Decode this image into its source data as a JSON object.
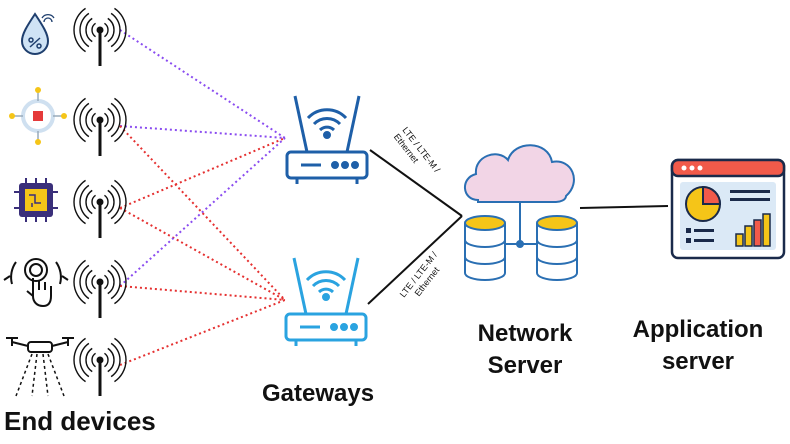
{
  "labels": {
    "end_devices": "End devices",
    "gateways": "Gateways",
    "network_server_line1": "Network",
    "network_server_line2": "Server",
    "application_server_line1": "Application",
    "application_server_line2": "server"
  },
  "links": {
    "gateway_top": [
      "LTE / LTE-M /",
      "Ethernet"
    ],
    "gateway_bottom": [
      "LTE / LTE-M /",
      "Ethernet"
    ]
  },
  "devices": [
    {
      "icon": "water-drop-sensor-icon"
    },
    {
      "icon": "sensor-node-icon"
    },
    {
      "icon": "chip-icon"
    },
    {
      "icon": "touch-sensor-icon"
    },
    {
      "icon": "drone-sprayer-icon"
    }
  ],
  "colors": {
    "purple_link": "#8a4cf0",
    "red_link": "#e53030",
    "gateway_top": "#1e5fa8",
    "gateway_bottom": "#2aa3e0",
    "server": "#2a6fb3",
    "cloud": "#f2d5e6",
    "app_window": "#f15a4a",
    "chart_yellow": "#f5c518"
  }
}
